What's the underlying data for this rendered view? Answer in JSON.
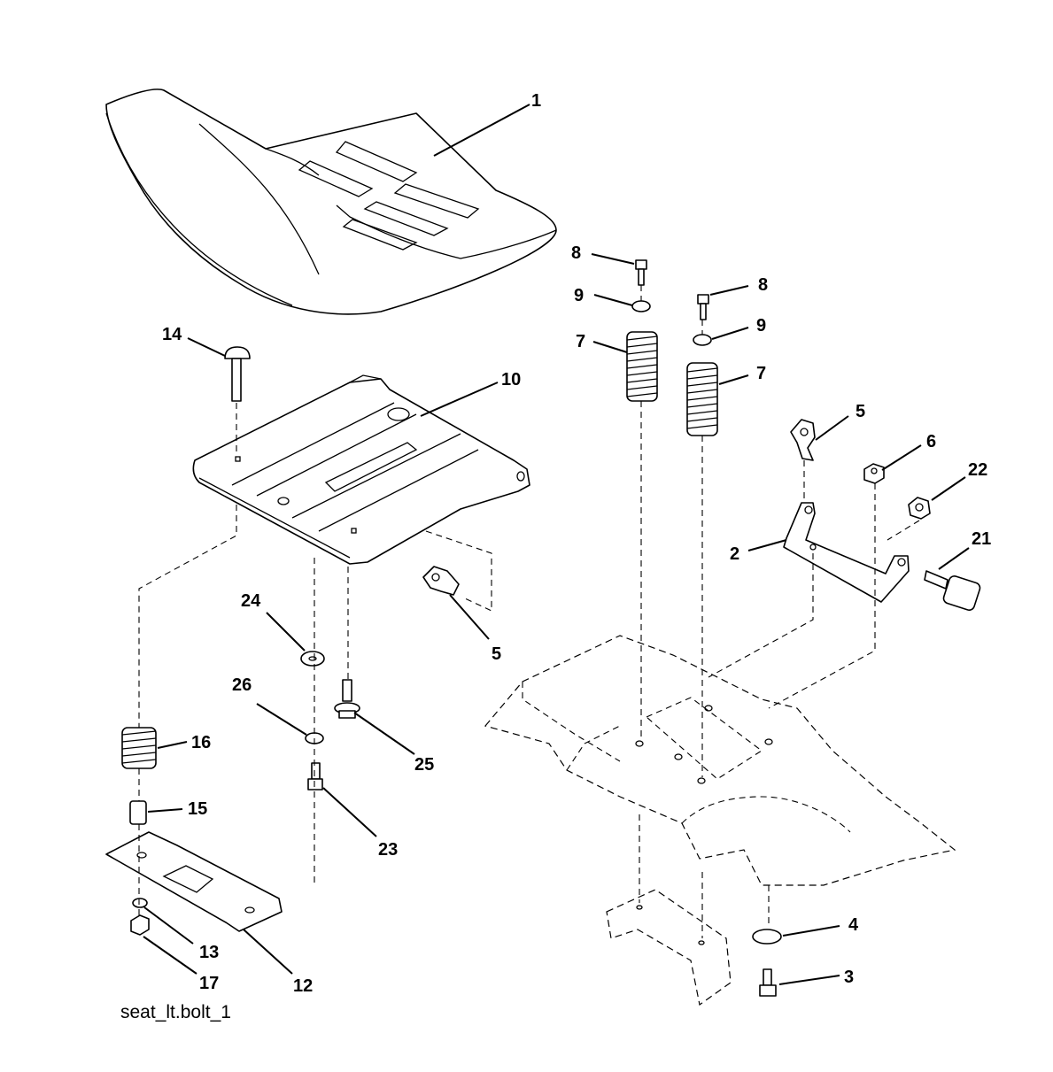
{
  "callouts": [
    "1",
    "2",
    "3",
    "4",
    "5",
    "5",
    "6",
    "7",
    "7",
    "8",
    "8",
    "9",
    "9",
    "10",
    "12",
    "13",
    "14",
    "15",
    "16",
    "17",
    "21",
    "22",
    "23",
    "24",
    "25",
    "26"
  ],
  "figure_name": "seat_lt.bolt_1"
}
